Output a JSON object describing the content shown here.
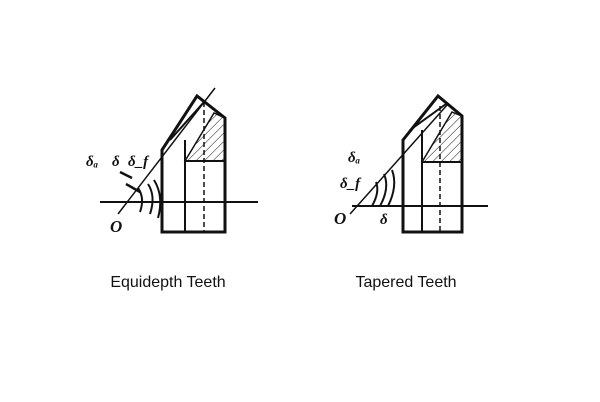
{
  "figures": [
    {
      "caption": "Equidepth Teeth",
      "labels": {
        "origin": "O",
        "angle_a": "δₐ",
        "angle_main": "δ",
        "angle_f": "δ_f"
      }
    },
    {
      "caption": "Tapered Teeth",
      "labels": {
        "origin": "O",
        "angle_a": "δₐ",
        "angle_f": "δ_f",
        "angle_main": "δ"
      }
    }
  ]
}
